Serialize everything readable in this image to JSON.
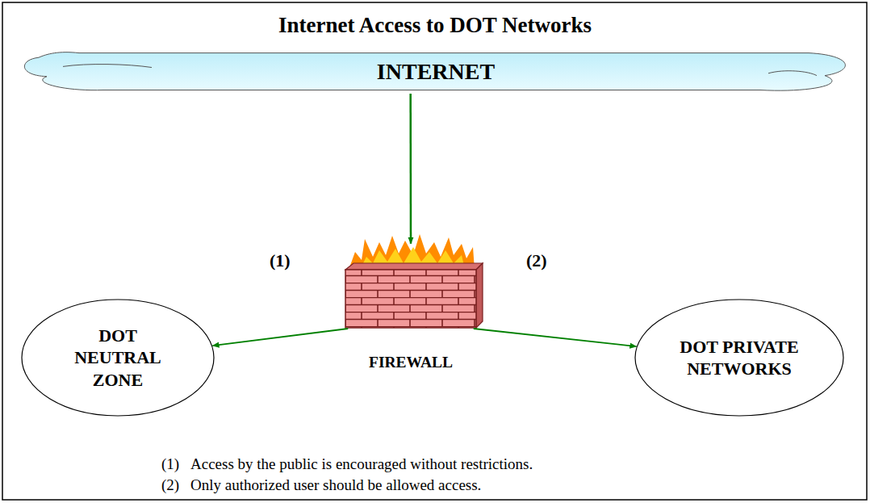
{
  "diagram": {
    "title": "Internet Access to DOT Networks",
    "nodes": [
      {
        "text": [
          "INTERNET"
        ]
      },
      {
        "text": [
          "FIREWALL"
        ]
      },
      {
        "text": [
          "DOT NEUTRAL ZONE"
        ]
      },
      {
        "text": [
          "DOT PRIVATE NETWORKS"
        ]
      }
    ],
    "edges": [
      {
        "from": 0,
        "to": 1,
        "arrow": "to"
      },
      {
        "from": 1,
        "to": 2,
        "arrow": "to"
      },
      {
        "from": 1,
        "to": 3,
        "arrow": "to"
      }
    ],
    "labels": [
      "(1)",
      "(2)",
      "(1)",
      "Access by the public is encouraged without restrictions.",
      "(2)",
      "Only authorized user should be allowed access."
    ]
  }
}
